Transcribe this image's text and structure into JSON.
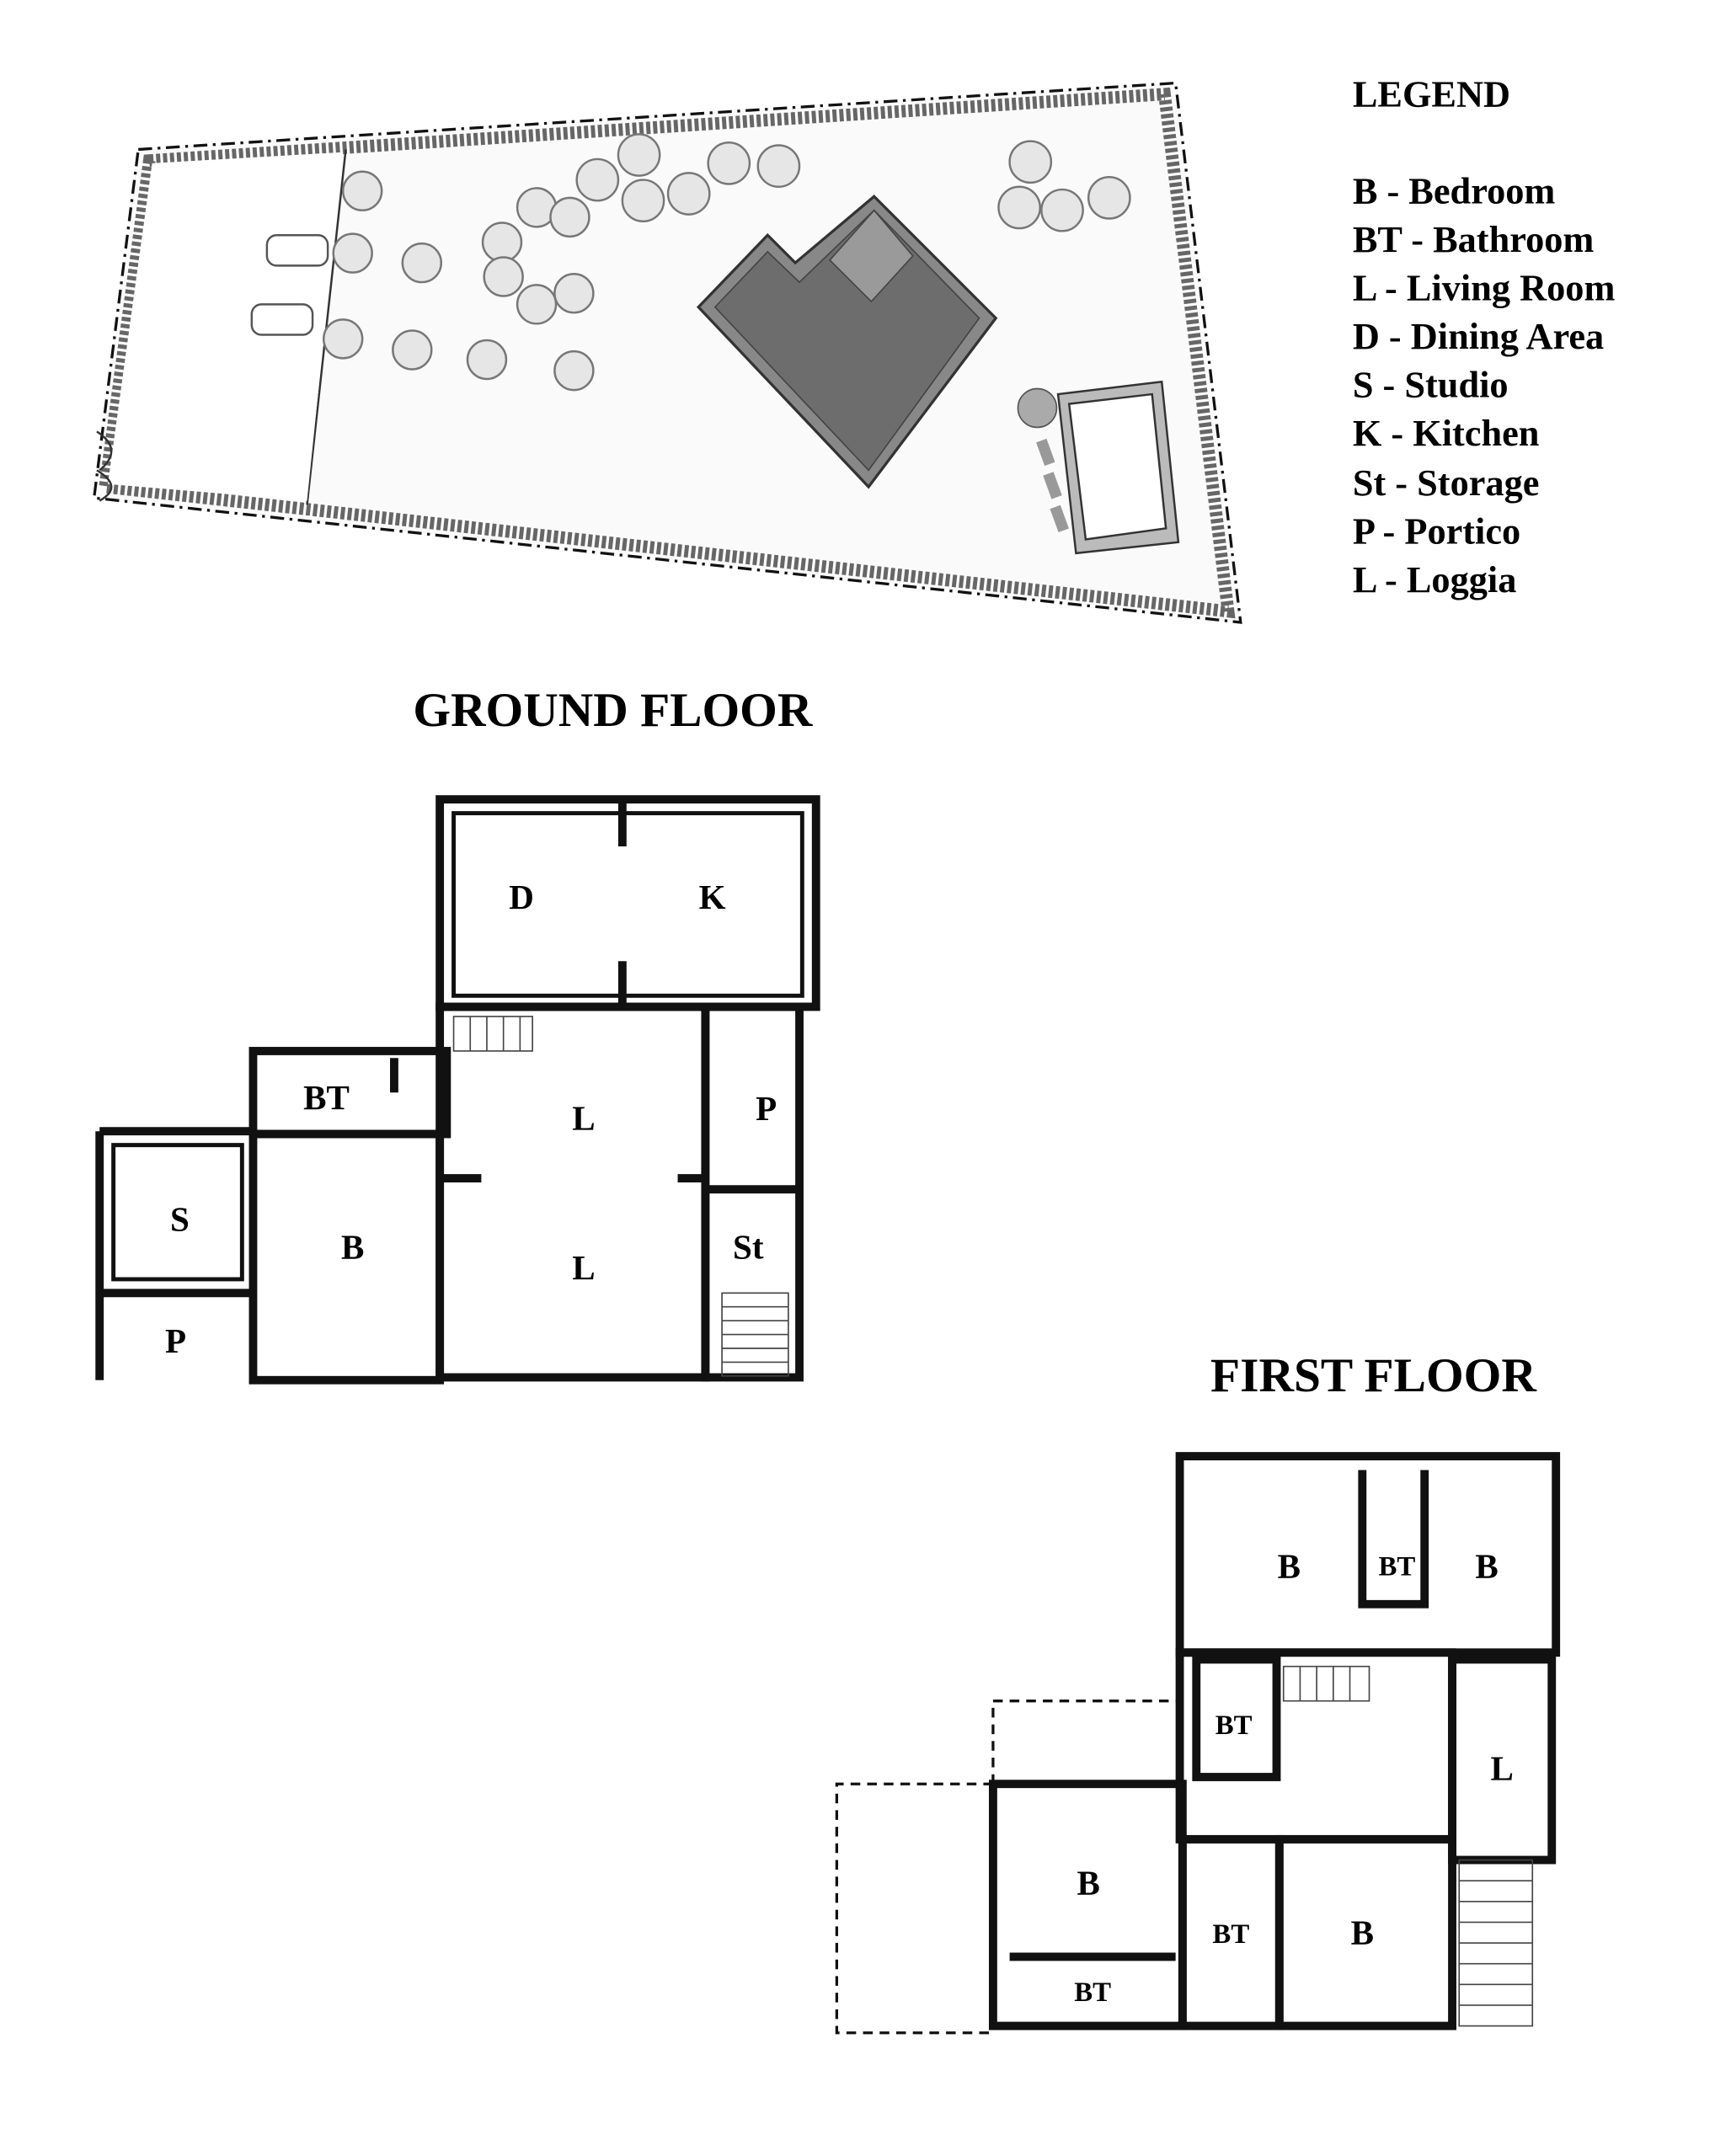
{
  "legend": {
    "title": "LEGEND",
    "items": [
      "B - Bedroom",
      "BT - Bathroom",
      "L - Living Room",
      "D - Dining Area",
      "S - Studio",
      "K - Kitchen",
      "St - Storage",
      "P - Portico",
      "L - Loggia"
    ]
  },
  "ground_floor": {
    "title": "GROUND FLOOR",
    "rooms": [
      "D",
      "K",
      "BT",
      "L",
      "P",
      "S",
      "B",
      "L",
      "St",
      "P"
    ]
  },
  "first_floor": {
    "title": "FIRST FLOOR",
    "rooms": [
      "B",
      "BT",
      "B",
      "BT",
      "L",
      "B",
      "BT",
      "B",
      "BT"
    ]
  }
}
